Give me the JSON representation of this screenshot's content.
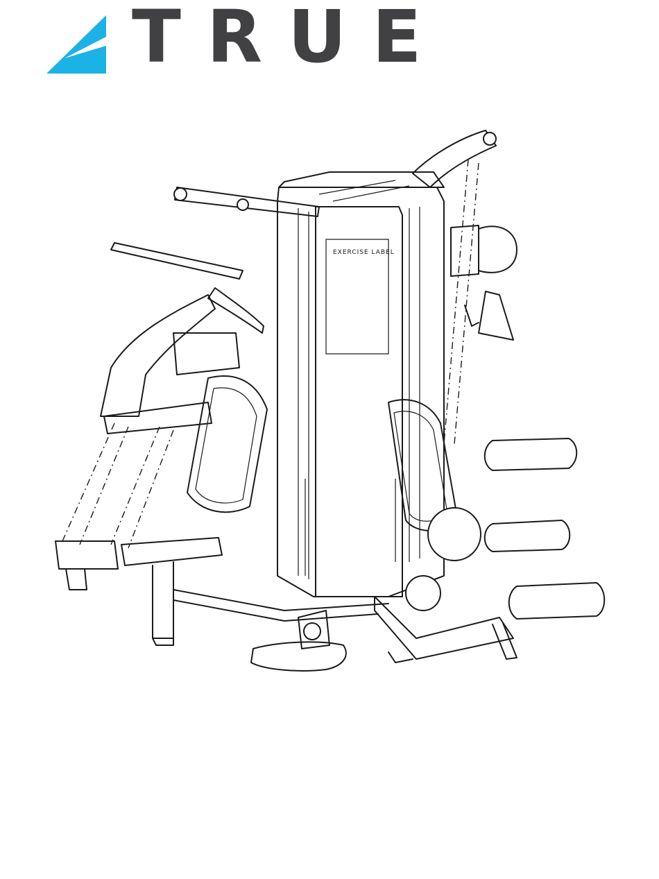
{
  "brand": {
    "name": "TRUE",
    "wordmark_color": "#414042",
    "mark_color": "#1bb2e6",
    "mark_accent_color": "#ffffff"
  },
  "illustration": {
    "subject": "multi-station home gym line drawing",
    "column_label": "EXERCISE LABEL",
    "line_color": "#1a1a1a"
  }
}
